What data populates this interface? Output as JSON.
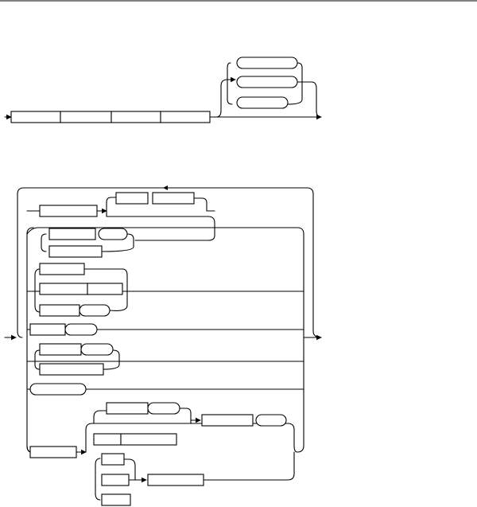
{
  "diagram": {
    "kind": "railroad-syntax-diagram",
    "line_color": "#000000",
    "background": "#ffffff",
    "top_syntax": {
      "entry": "left-arrow",
      "sequence_boxes": 4,
      "choice_group": {
        "alternatives": 3,
        "shape": "rounded"
      },
      "exit": "right-arrow"
    },
    "bottom_syntax": {
      "entry": "left-arrow",
      "repeat_loop": true,
      "branches": [
        {
          "name": "branch-1",
          "boxes": 2,
          "inner_repeat": true
        },
        {
          "name": "branch-2",
          "boxes": 3,
          "alternatives": 2
        },
        {
          "name": "branch-3",
          "boxes": 4,
          "alternatives": 3
        },
        {
          "name": "branch-4",
          "boxes": 2
        },
        {
          "name": "branch-5",
          "boxes": 3,
          "alternatives": 2
        },
        {
          "name": "branch-6",
          "boxes": 1
        },
        {
          "name": "branch-7",
          "boxes": 9,
          "alternatives": 3
        }
      ],
      "exit": "right-arrow"
    }
  }
}
